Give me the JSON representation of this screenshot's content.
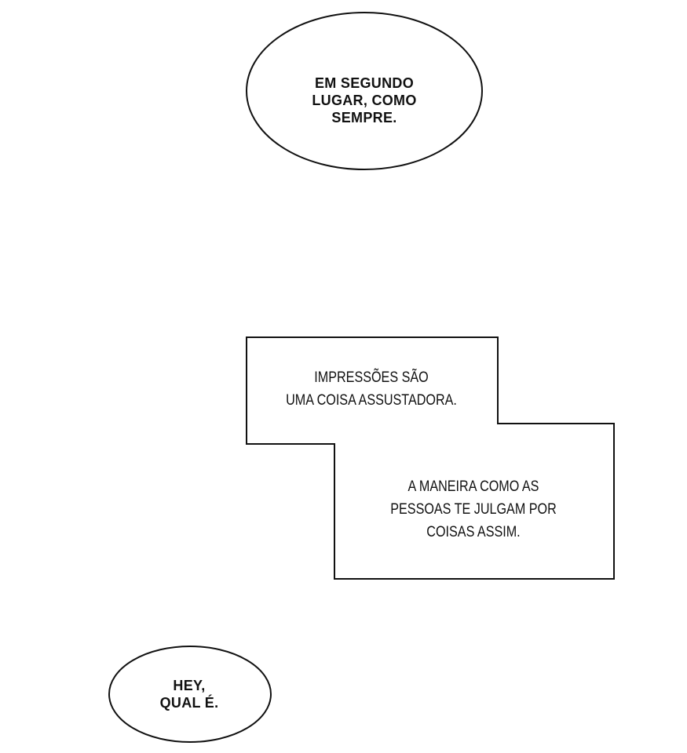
{
  "bubbles": {
    "top": {
      "lines": [
        "EM SEGUNDO",
        "LUGAR, COMO",
        "SEMPRE."
      ]
    },
    "bottom": {
      "lines": [
        "HEY,",
        "QUAL É."
      ]
    }
  },
  "captions": {
    "first": {
      "lines": [
        "IMPRESSÕES SÃO",
        "UMA COISA ASSUSTADORA."
      ]
    },
    "second": {
      "lines": [
        "A MANEIRA COMO AS",
        "PESSOAS TE JULGAM POR",
        "COISAS ASSIM."
      ]
    }
  },
  "colors": {
    "background": "#ffffff",
    "ink": "#111111"
  }
}
